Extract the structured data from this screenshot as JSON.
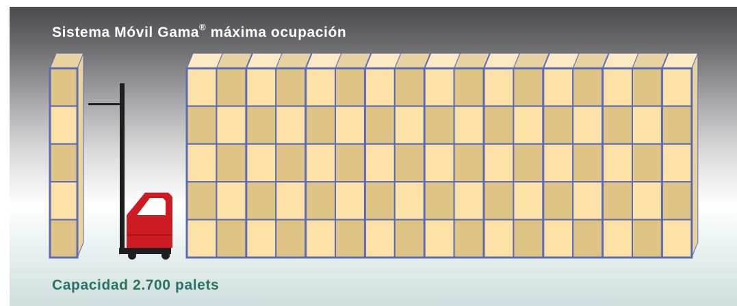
{
  "title": {
    "text": "Sistema Móvil Gama",
    "mark": "®",
    "suffix": " máxima ocupación"
  },
  "capacity_label": "Capacidad 2.700 palets",
  "colors": {
    "background_top": "#4a4a4c",
    "background_bottom": "#cfe0df",
    "title": "#ffffff",
    "capacity": "#2a7266",
    "rack_frame": "#5a6ab6",
    "pallet_light": "#fde2a7",
    "pallet_dark": "#dec585",
    "pallet_top_light": "#fce9c2",
    "pallet_top_dark": "#e8d3a0",
    "forklift_body": "#cc1b22",
    "forklift_cab_window": "#ffffff",
    "forklift_mast": "#1e1e1e"
  },
  "racking": {
    "fixed_rack": {
      "levels": 5,
      "pallets_per_level": 1
    },
    "mobile_rack": {
      "levels": 5,
      "pallets_per_level": 17
    }
  },
  "icons": [
    "forklift-icon"
  ]
}
